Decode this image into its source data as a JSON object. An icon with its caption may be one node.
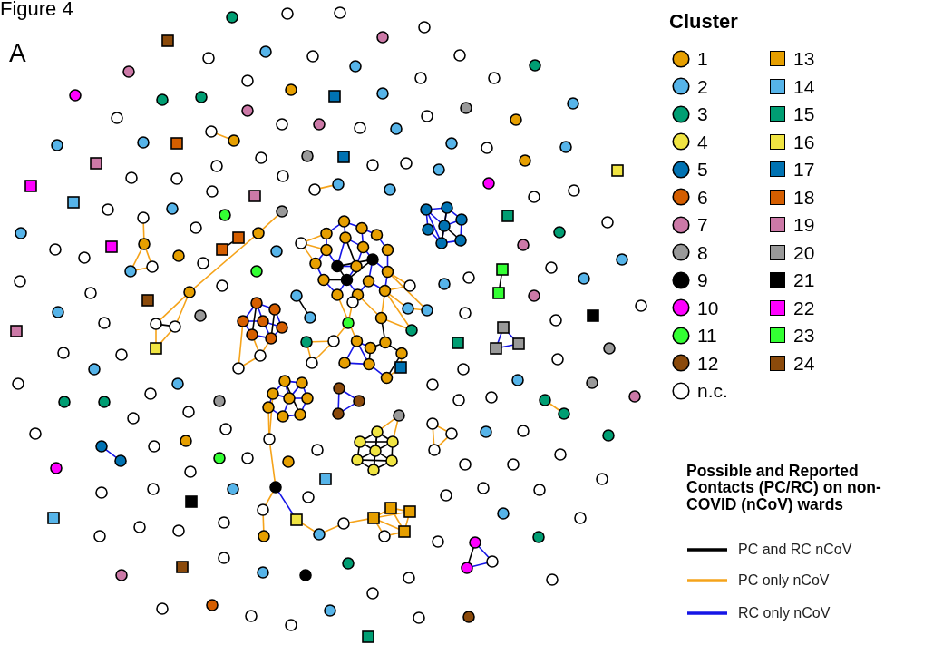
{
  "diagram": {
    "nodes": [
      {
        "text": [],
        "shape": "circle"
      },
      {
        "text": [],
        "shape": "circle"
      },
      {
        "text": [],
        "shape": "circle"
      },
      {
        "text": [],
        "shape": "circle"
      },
      {
        "text": [],
        "shape": "circle"
      },
      {
        "text": [],
        "shape": "circle"
      },
      {
        "text": [],
        "shape": "circle"
      },
      {
        "text": [],
        "shape": "circle"
      },
      {
        "text": [],
        "shape": "circle"
      },
      {
        "text": [],
        "shape": "circle"
      },
      {
        "text": [],
        "shape": "circle"
      },
      {
        "text": [],
        "shape": "circle"
      },
      {
        "text": [],
        "shape": "circle"
      },
      {
        "text": [],
        "shape": "circle"
      },
      {
        "text": [],
        "shape": "circle"
      },
      {
        "text": [],
        "shape": "circle"
      },
      {
        "text": [],
        "shape": "circle"
      },
      {
        "text": [],
        "shape": "circle"
      },
      {
        "text": [],
        "shape": "circle"
      },
      {
        "text": [],
        "shape": "circle"
      },
      {
        "text": [],
        "shape": "circle"
      },
      {
        "text": [],
        "shape": "circle"
      },
      {
        "text": [],
        "shape": "circle"
      },
      {
        "text": [],
        "shape": "circle"
      },
      {
        "text": [],
        "shape": "circle"
      },
      {
        "text": [],
        "shape": "circle"
      },
      {
        "text": [],
        "shape": "circle"
      },
      {
        "text": [],
        "shape": "circle"
      },
      {
        "text": [],
        "shape": "circle"
      },
      {
        "text": [],
        "shape": "circle"
      },
      {
        "text": [],
        "shape": "circle"
      },
      {
        "text": [],
        "shape": "circle"
      },
      {
        "text": [],
        "shape": "circle"
      },
      {
        "text": [],
        "shape": "circle"
      },
      {
        "text": [],
        "shape": "circle"
      },
      {
        "text": [],
        "shape": "circle"
      },
      {
        "text": [],
        "shape": "circle"
      },
      {
        "text": [],
        "shape": "circle"
      },
      {
        "text": [],
        "shape": "circle"
      },
      {
        "text": [],
        "shape": "circle"
      },
      {
        "text": [],
        "shape": "circle"
      },
      {
        "text": [],
        "shape": "circle"
      },
      {
        "text": [],
        "shape": "circle"
      },
      {
        "text": [],
        "shape": "box"
      },
      {
        "text": [],
        "shape": "circle"
      },
      {
        "text": [],
        "shape": "circle"
      },
      {
        "text": [],
        "shape": "circle"
      },
      {
        "text": [],
        "shape": "circle"
      },
      {
        "text": [],
        "shape": "circle"
      },
      {
        "text": [],
        "shape": "circle"
      },
      {
        "text": [],
        "shape": "circle"
      },
      {
        "text": [],
        "shape": "circle"
      },
      {
        "text": [],
        "shape": "circle"
      },
      {
        "text": [],
        "shape": "circle"
      },
      {
        "text": [],
        "shape": "circle"
      },
      {
        "text": [],
        "shape": "circle"
      },
      {
        "text": [],
        "shape": "circle"
      },
      {
        "text": [],
        "shape": "box"
      },
      {
        "text": [],
        "shape": "circle"
      },
      {
        "text": [],
        "shape": "circle"
      },
      {
        "text": [],
        "shape": "box"
      },
      {
        "text": [],
        "shape": "box"
      },
      {
        "text": [],
        "shape": "box"
      },
      {
        "text": [],
        "shape": "box"
      },
      {
        "text": [],
        "shape": "circle"
      },
      {
        "text": [],
        "shape": "circle"
      },
      {
        "text": [],
        "shape": "circle"
      },
      {
        "text": [],
        "shape": "circle"
      },
      {
        "text": [],
        "shape": "circle"
      },
      {
        "text": [],
        "shape": "circle"
      },
      {
        "text": [],
        "shape": "circle"
      },
      {
        "text": [],
        "shape": "circle"
      },
      {
        "text": [],
        "shape": "circle"
      },
      {
        "text": [],
        "shape": "circle"
      },
      {
        "text": [],
        "shape": "circle"
      },
      {
        "text": [],
        "shape": "circle"
      },
      {
        "text": [],
        "shape": "circle"
      },
      {
        "text": [],
        "shape": "circle"
      },
      {
        "text": [],
        "shape": "circle"
      },
      {
        "text": [],
        "shape": "circle"
      },
      {
        "text": [],
        "shape": "circle"
      },
      {
        "text": [],
        "shape": "circle"
      },
      {
        "text": [],
        "shape": "circle"
      },
      {
        "text": [],
        "shape": "circle"
      },
      {
        "text": [],
        "shape": "box"
      },
      {
        "text": [],
        "shape": "box"
      },
      {
        "text": [],
        "shape": "box"
      },
      {
        "text": [],
        "shape": "circle"
      },
      {
        "text": [],
        "shape": "circle"
      },
      {
        "text": [],
        "shape": "box"
      },
      {
        "text": [],
        "shape": "box"
      },
      {
        "text": [],
        "shape": "circle"
      },
      {
        "text": [],
        "shape": "circle"
      },
      {
        "text": [],
        "shape": "circle"
      },
      {
        "text": [],
        "shape": "circle"
      },
      {
        "text": [],
        "shape": "circle"
      },
      {
        "text": [],
        "shape": "circle"
      },
      {
        "text": [],
        "shape": "circle"
      },
      {
        "text": [],
        "shape": "circle"
      },
      {
        "text": [],
        "shape": "circle"
      },
      {
        "text": [],
        "shape": "box"
      },
      {
        "text": [],
        "shape": "box"
      },
      {
        "text": [],
        "shape": "box"
      },
      {
        "text": [],
        "shape": "circle"
      },
      {
        "text": [],
        "shape": "circle"
      },
      {
        "text": [],
        "shape": "circle"
      },
      {
        "text": [],
        "shape": "circle"
      },
      {
        "text": [],
        "shape": "circle"
      },
      {
        "text": [],
        "shape": "circle"
      },
      {
        "text": [],
        "shape": "circle"
      },
      {
        "text": [],
        "shape": "circle"
      },
      {
        "text": [],
        "shape": "circle"
      },
      {
        "text": [],
        "shape": "circle"
      },
      {
        "text": [],
        "shape": "circle"
      },
      {
        "text": [],
        "shape": "circle"
      },
      {
        "text": [],
        "shape": "circle"
      },
      {
        "text": [],
        "shape": "circle"
      },
      {
        "text": [],
        "shape": "circle"
      },
      {
        "text": [],
        "shape": "circle"
      },
      {
        "text": [],
        "shape": "circle"
      },
      {
        "text": [],
        "shape": "circle"
      },
      {
        "text": [],
        "shape": "circle"
      },
      {
        "text": [],
        "shape": "circle"
      },
      {
        "text": [],
        "shape": "box"
      },
      {
        "text": [],
        "shape": "circle"
      },
      {
        "text": [],
        "shape": "circle"
      },
      {
        "text": [],
        "shape": "circle"
      },
      {
        "text": [],
        "shape": "circle"
      },
      {
        "text": [],
        "shape": "circle"
      },
      {
        "text": [],
        "shape": "circle"
      },
      {
        "text": [],
        "shape": "circle"
      },
      {
        "text": [],
        "shape": "circle"
      },
      {
        "text": [],
        "shape": "circle"
      },
      {
        "text": [],
        "shape": "circle"
      },
      {
        "text": [],
        "shape": "circle"
      },
      {
        "text": [],
        "shape": "circle"
      },
      {
        "text": [],
        "shape": "box"
      },
      {
        "text": [],
        "shape": "circle"
      },
      {
        "text": [],
        "shape": "circle"
      },
      {
        "text": [],
        "shape": "circle"
      },
      {
        "text": [],
        "shape": "circle"
      },
      {
        "text": [],
        "shape": "circle"
      },
      {
        "text": [],
        "shape": "circle"
      },
      {
        "text": [],
        "shape": "circle"
      },
      {
        "text": [],
        "shape": "circle"
      },
      {
        "text": [],
        "shape": "circle"
      },
      {
        "text": [],
        "shape": "circle"
      },
      {
        "text": [],
        "shape": "circle"
      },
      {
        "text": [],
        "shape": "box"
      },
      {
        "text": [],
        "shape": "circle"
      },
      {
        "text": [],
        "shape": "circle"
      },
      {
        "text": [],
        "shape": "circle"
      },
      {
        "text": [],
        "shape": "box"
      },
      {
        "text": [],
        "shape": "circle"
      },
      {
        "text": [],
        "shape": "circle"
      },
      {
        "text": [],
        "shape": "circle"
      },
      {
        "text": [],
        "shape": "circle"
      },
      {
        "text": [],
        "shape": "box"
      },
      {
        "text": [],
        "shape": "box"
      },
      {
        "text": [],
        "shape": "circle"
      },
      {
        "text": [],
        "shape": "circle"
      },
      {
        "text": [],
        "shape": "circle"
      },
      {
        "text": [],
        "shape": "circle"
      },
      {
        "text": [],
        "shape": "circle"
      },
      {
        "text": [],
        "shape": "box"
      },
      {
        "text": [],
        "shape": "box"
      },
      {
        "text": [],
        "shape": "circle"
      },
      {
        "text": [],
        "shape": "circle"
      },
      {
        "text": [],
        "shape": "circle"
      },
      {
        "text": [],
        "shape": "circle"
      },
      {
        "text": [],
        "shape": "circle"
      },
      {
        "text": [],
        "shape": "circle"
      },
      {
        "text": [],
        "shape": "circle"
      },
      {
        "text": [],
        "shape": "box"
      },
      {
        "text": [],
        "shape": "circle"
      },
      {
        "text": [],
        "shape": "circle"
      },
      {
        "text": [],
        "shape": "circle"
      },
      {
        "text": [],
        "shape": "circle"
      },
      {
        "text": [],
        "shape": "circle"
      },
      {
        "text": [],
        "shape": "circle"
      },
      {
        "text": [],
        "shape": "box"
      },
      {
        "text": [],
        "shape": "circle"
      },
      {
        "text": [],
        "shape": "circle"
      },
      {
        "text": [],
        "shape": "circle"
      },
      {
        "text": [],
        "shape": "circle"
      },
      {
        "text": [],
        "shape": "circle"
      },
      {
        "text": [],
        "shape": "circle"
      },
      {
        "text": [],
        "shape": "circle"
      },
      {
        "text": [],
        "shape": "circle"
      },
      {
        "text": [],
        "shape": "circle"
      },
      {
        "text": [],
        "shape": "circle"
      },
      {
        "text": [],
        "shape": "circle"
      },
      {
        "text": [],
        "shape": "circle"
      },
      {
        "text": [],
        "shape": "circle"
      },
      {
        "text": [],
        "shape": "circle"
      },
      {
        "text": [],
        "shape": "box"
      },
      {
        "text": [],
        "shape": "circle"
      },
      {
        "text": [],
        "shape": "circle"
      },
      {
        "text": [],
        "shape": "circle"
      },
      {
        "text": [],
        "shape": "box"
      },
      {
        "text": [],
        "shape": "circle"
      },
      {
        "text": [],
        "shape": "circle"
      },
      {
        "text": [],
        "shape": "circle"
      },
      {
        "text": [],
        "shape": "circle"
      },
      {
        "text": [],
        "shape": "circle"
      },
      {
        "text": [],
        "shape": "circle"
      },
      {
        "text": [],
        "shape": "circle"
      },
      {
        "text": [],
        "shape": "circle"
      },
      {
        "text": [],
        "shape": "box"
      },
      {
        "text": [],
        "shape": "circle"
      },
      {
        "text": [],
        "shape": "box"
      },
      {
        "text": [],
        "shape": "circle"
      },
      {
        "text": [],
        "shape": "circle"
      },
      {
        "text": [],
        "shape": "circle"
      },
      {
        "text": [],
        "shape": "circle"
      },
      {
        "text": [],
        "shape": "circle"
      },
      {
        "text": [],
        "shape": "circle"
      },
      {
        "text": [],
        "shape": "circle"
      },
      {
        "text": [],
        "shape": "circle"
      },
      {
        "text": [],
        "shape": "circle"
      },
      {
        "text": [],
        "shape": "circle"
      },
      {
        "text": [],
        "shape": "circle"
      },
      {
        "text": [],
        "shape": "circle"
      },
      {
        "text": [],
        "shape": "circle"
      },
      {
        "text": [],
        "shape": "circle"
      },
      {
        "text": [],
        "shape": "circle"
      },
      {
        "text": [],
        "shape": "circle"
      },
      {
        "text": [],
        "shape": "circle"
      },
      {
        "text": [],
        "shape": "circle"
      },
      {
        "text": [],
        "shape": "circle"
      },
      {
        "text": [],
        "shape": "circle"
      },
      {
        "text": [],
        "shape": "circle"
      },
      {
        "text": [],
        "shape": "box"
      },
      {
        "text": [],
        "shape": "circle"
      },
      {
        "text": [],
        "shape": "circle"
      },
      {
        "text": [],
        "shape": "box"
      },
      {
        "text": [],
        "shape": "circle"
      },
      {
        "text": [],
        "shape": "circle"
      },
      {
        "text": [],
        "shape": "box"
      },
      {
        "text": [],
        "shape": "circle"
      },
      {
        "text": [],
        "shape": "circle"
      },
      {
        "text": [],
        "shape": "circle"
      },
      {
        "text": [],
        "shape": "circle"
      },
      {
        "text": [],
        "shape": "circle"
      },
      {
        "text": [],
        "shape": "circle"
      },
      {
        "text": [],
        "shape": "circle"
      },
      {
        "text": [],
        "shape": "circle"
      },
      {
        "text": [],
        "shape": "circle"
      },
      {
        "text": [],
        "shape": "circle"
      },
      {
        "text": [],
        "shape": "box"
      },
      {
        "text": [],
        "shape": "circle"
      },
      {
        "text": [],
        "shape": "box"
      },
      {
        "text": [],
        "shape": "circle"
      },
      {
        "text": [],
        "shape": "circle"
      },
      {
        "text": [],
        "shape": "circle"
      },
      {
        "text": [],
        "shape": "circle"
      },
      {
        "text": [],
        "shape": "circle"
      },
      {
        "text": [],
        "shape": "circle"
      },
      {
        "text": [],
        "shape": "circle"
      },
      {
        "text": [],
        "shape": "circle"
      },
      {
        "text": [],
        "shape": "circle"
      },
      {
        "text": [],
        "shape": "circle"
      },
      {
        "text": [],
        "shape": "circle"
      },
      {
        "text": [],
        "shape": "circle"
      },
      {
        "text": [],
        "shape": "box"
      },
      {
        "text": [],
        "shape": "circle"
      },
      {
        "text": [],
        "shape": "circle"
      },
      {
        "text": [],
        "shape": "circle"
      },
      {
        "text": [],
        "shape": "circle"
      },
      {
        "text": [],
        "shape": "circle"
      },
      {
        "text": [],
        "shape": "circle"
      },
      {
        "text": [],
        "shape": "circle"
      },
      {
        "text": [],
        "shape": "circle"
      },
      {
        "text": [],
        "shape": "circle"
      },
      {
        "text": [],
        "shape": "circle"
      },
      {
        "text": [],
        "shape": "circle"
      },
      {
        "text": [],
        "shape": "circle"
      },
      {
        "text": [],
        "shape": "circle"
      },
      {
        "text": [],
        "shape": "circle"
      },
      {
        "text": [],
        "shape": "circle"
      },
      {
        "text": [],
        "shape": "circle"
      },
      {
        "text": [],
        "shape": "circle"
      },
      {
        "text": [],
        "shape": "circle"
      },
      {
        "text": [],
        "shape": "circle"
      }
    ],
    "edges": [
      {
        "from": 0,
        "to": 1,
        "arrow": "none"
      },
      {
        "from": 0,
        "to": 2,
        "arrow": "none"
      },
      {
        "from": 0,
        "to": 4,
        "arrow": "none"
      },
      {
        "from": 1,
        "to": 3,
        "arrow": "none"
      },
      {
        "from": 1,
        "to": 6,
        "arrow": "none"
      },
      {
        "from": 2,
        "to": 5,
        "arrow": "none"
      },
      {
        "from": 3,
        "to": 7,
        "arrow": "none"
      },
      {
        "from": 4,
        "to": 6,
        "arrow": "none"
      },
      {
        "from": 4,
        "to": 16,
        "arrow": "none"
      },
      {
        "from": 5,
        "to": 8,
        "arrow": "none"
      },
      {
        "from": 5,
        "to": 16,
        "arrow": "none"
      },
      {
        "from": 6,
        "to": 9,
        "arrow": "none"
      },
      {
        "from": 6,
        "to": 17,
        "arrow": "none"
      },
      {
        "from": 7,
        "to": 10,
        "arrow": "none"
      },
      {
        "from": 8,
        "to": 11,
        "arrow": "none"
      },
      {
        "from": 9,
        "to": 16,
        "arrow": "none"
      },
      {
        "from": 9,
        "to": 18,
        "arrow": "none"
      },
      {
        "from": 10,
        "to": 17,
        "arrow": "none"
      },
      {
        "from": 10,
        "to": 15,
        "arrow": "none"
      },
      {
        "from": 11,
        "to": 13,
        "arrow": "none"
      },
      {
        "from": 12,
        "to": 14,
        "arrow": "none"
      },
      {
        "from": 12,
        "to": 17,
        "arrow": "none"
      },
      {
        "from": 13,
        "to": 18,
        "arrow": "none"
      },
      {
        "from": 14,
        "to": 18,
        "arrow": "none"
      },
      {
        "from": 15,
        "to": 12,
        "arrow": "none"
      },
      {
        "from": 16,
        "to": 17,
        "arrow": "none",
        "color": "#000000"
      },
      {
        "from": 16,
        "to": 18,
        "arrow": "none",
        "color": "#000000"
      },
      {
        "from": 17,
        "to": 18,
        "arrow": "none",
        "color": "#000000"
      },
      {
        "from": 4,
        "to": 9,
        "arrow": "none",
        "color": "#000000"
      },
      {
        "from": 11,
        "to": 18,
        "arrow": "none",
        "color": "#000000"
      },
      {
        "from": 2,
        "to": 114,
        "arrow": "none",
        "color": "#f5a31a"
      },
      {
        "from": 8,
        "to": 114,
        "arrow": "none",
        "color": "#f5a31a"
      },
      {
        "from": 5,
        "to": 114,
        "arrow": "none",
        "color": "#f5a31a"
      },
      {
        "from": 15,
        "to": 115,
        "arrow": "none",
        "color": "#f5a31a"
      },
      {
        "from": 10,
        "to": 115,
        "arrow": "none",
        "color": "#f5a31a"
      },
      {
        "from": 15,
        "to": 116,
        "arrow": "none",
        "color": "#f5a31a"
      },
      {
        "from": 10,
        "to": 117,
        "arrow": "none",
        "color": "#f5a31a"
      },
      {
        "from": 14,
        "to": 35,
        "arrow": "none",
        "color": "#f5a31a"
      },
      {
        "from": 15,
        "to": 35,
        "arrow": "none",
        "color": "#f5a31a"
      },
      {
        "from": 13,
        "to": 36,
        "arrow": "none",
        "color": "#f5a31a"
      },
      {
        "from": 15,
        "to": 44,
        "arrow": "none",
        "color": "#f5a31a"
      },
      {
        "from": 116,
        "to": 117,
        "arrow": "none",
        "color": "#f5a31a"
      },
      {
        "from": 19,
        "to": 20,
        "arrow": "none"
      },
      {
        "from": 19,
        "to": 22,
        "arrow": "none"
      },
      {
        "from": 19,
        "to": 23,
        "arrow": "none"
      },
      {
        "from": 20,
        "to": 21,
        "arrow": "none"
      },
      {
        "from": 20,
        "to": 22,
        "arrow": "none"
      },
      {
        "from": 21,
        "to": 22,
        "arrow": "none"
      },
      {
        "from": 22,
        "to": 24,
        "arrow": "none"
      },
      {
        "from": 23,
        "to": 24,
        "arrow": "none"
      },
      {
        "from": 24,
        "to": 25,
        "arrow": "none"
      },
      {
        "from": 21,
        "to": 25,
        "arrow": "none"
      },
      {
        "from": 19,
        "to": 24,
        "arrow": "none"
      },
      {
        "from": 22,
        "to": 25,
        "arrow": "none",
        "color": "#000000"
      },
      {
        "from": 20,
        "to": 24,
        "arrow": "none",
        "color": "#000000"
      },
      {
        "from": 26,
        "to": 27,
        "arrow": "none"
      },
      {
        "from": 26,
        "to": 28,
        "arrow": "none"
      },
      {
        "from": 26,
        "to": 29,
        "arrow": "none"
      },
      {
        "from": 27,
        "to": 30,
        "arrow": "none"
      },
      {
        "from": 28,
        "to": 29,
        "arrow": "none"
      },
      {
        "from": 28,
        "to": 31,
        "arrow": "none"
      },
      {
        "from": 29,
        "to": 32,
        "arrow": "none"
      },
      {
        "from": 30,
        "to": 32,
        "arrow": "none"
      },
      {
        "from": 31,
        "to": 32,
        "arrow": "none"
      },
      {
        "from": 29,
        "to": 30,
        "arrow": "none"
      },
      {
        "from": 26,
        "to": 31,
        "arrow": "none",
        "color": "#000000"
      },
      {
        "from": 27,
        "to": 32,
        "arrow": "none",
        "color": "#000000"
      },
      {
        "from": 31,
        "to": 33,
        "arrow": "none",
        "color": "#f5a31a"
      },
      {
        "from": 32,
        "to": 33,
        "arrow": "none",
        "color": "#f5a31a"
      },
      {
        "from": 28,
        "to": 34,
        "arrow": "none",
        "color": "#f5a31a"
      },
      {
        "from": 33,
        "to": 34,
        "arrow": "none",
        "color": "#f5a31a"
      },
      {
        "from": 36,
        "to": 38,
        "arrow": "none"
      },
      {
        "from": 36,
        "to": 40,
        "arrow": "none"
      },
      {
        "from": 40,
        "to": 41,
        "arrow": "none"
      },
      {
        "from": 41,
        "to": 42,
        "arrow": "none"
      },
      {
        "from": 36,
        "to": 41,
        "arrow": "none"
      },
      {
        "from": 38,
        "to": 41,
        "arrow": "none",
        "color": "#000000"
      },
      {
        "from": 37,
        "to": 39,
        "arrow": "none",
        "color": "#000000"
      },
      {
        "from": 35,
        "to": 37,
        "arrow": "none",
        "color": "#000000"
      },
      {
        "from": 38,
        "to": 37,
        "arrow": "none",
        "color": "#000000"
      },
      {
        "from": 39,
        "to": 42,
        "arrow": "none",
        "color": "#000000"
      },
      {
        "from": 39,
        "to": 43,
        "arrow": "none",
        "color": "#f5a31a"
      },
      {
        "from": 42,
        "to": 43,
        "arrow": "none",
        "color": "#f5a31a"
      },
      {
        "from": 35,
        "to": 44,
        "arrow": "none",
        "color": "#f5a31a"
      },
      {
        "from": 45,
        "to": 46,
        "arrow": "none"
      },
      {
        "from": 45,
        "to": 47,
        "arrow": "none"
      },
      {
        "from": 45,
        "to": 48,
        "arrow": "none"
      },
      {
        "from": 46,
        "to": 49,
        "arrow": "none"
      },
      {
        "from": 47,
        "to": 50,
        "arrow": "none"
      },
      {
        "from": 48,
        "to": 49,
        "arrow": "none"
      },
      {
        "from": 48,
        "to": 51,
        "arrow": "none"
      },
      {
        "from": 49,
        "to": 52,
        "arrow": "none"
      },
      {
        "from": 50,
        "to": 51,
        "arrow": "none"
      },
      {
        "from": 51,
        "to": 52,
        "arrow": "none"
      },
      {
        "from": 47,
        "to": 48,
        "arrow": "none"
      },
      {
        "from": 46,
        "to": 48,
        "arrow": "none"
      },
      {
        "from": 45,
        "to": 52,
        "arrow": "none",
        "color": "#000000"
      },
      {
        "from": 50,
        "to": 53,
        "arrow": "none",
        "color": "#f5a31a"
      },
      {
        "from": 47,
        "to": 53,
        "arrow": "none",
        "color": "#f5a31a"
      },
      {
        "from": 53,
        "to": 54,
        "arrow": "none",
        "color": "#f5a31a"
      },
      {
        "from": 54,
        "to": 55,
        "arrow": "none",
        "color": "#f5a31a"
      },
      {
        "from": 55,
        "to": 56,
        "arrow": "none",
        "color": "#f5a31a"
      },
      {
        "from": 54,
        "to": 57,
        "arrow": "none"
      },
      {
        "from": 57,
        "to": 58,
        "arrow": "none",
        "color": "#f5a31a"
      },
      {
        "from": 58,
        "to": 59,
        "arrow": "none",
        "color": "#f5a31a"
      },
      {
        "from": 59,
        "to": 60,
        "arrow": "none",
        "color": "#f5a31a"
      },
      {
        "from": 60,
        "to": 61,
        "arrow": "none",
        "color": "#f5a31a"
      },
      {
        "from": 60,
        "to": 62,
        "arrow": "none",
        "color": "#f5a31a"
      },
      {
        "from": 61,
        "to": 62,
        "arrow": "none",
        "color": "#f5a31a"
      },
      {
        "from": 61,
        "to": 63,
        "arrow": "none",
        "color": "#f5a31a"
      },
      {
        "from": 60,
        "to": 63,
        "arrow": "none",
        "color": "#f5a31a"
      },
      {
        "from": 62,
        "to": 63,
        "arrow": "none",
        "color": "#f5a31a"
      },
      {
        "from": 63,
        "to": 64,
        "arrow": "none",
        "color": "#f5a31a"
      },
      {
        "from": 60,
        "to": 64,
        "arrow": "none",
        "color": "#f5a31a"
      },
      {
        "from": 65,
        "to": 66,
        "arrow": "none"
      },
      {
        "from": 66,
        "to": 67,
        "arrow": "none"
      },
      {
        "from": 65,
        "to": 67,
        "arrow": "none"
      },
      {
        "from": 68,
        "to": 69,
        "arrow": "none",
        "color": "#000000"
      },
      {
        "from": 68,
        "to": 70,
        "arrow": "none",
        "color": "#000000"
      },
      {
        "from": 68,
        "to": 71,
        "arrow": "none",
        "color": "#000000"
      },
      {
        "from": 69,
        "to": 71,
        "arrow": "none",
        "color": "#000000"
      },
      {
        "from": 69,
        "to": 72,
        "arrow": "none",
        "color": "#000000"
      },
      {
        "from": 70,
        "to": 71,
        "arrow": "none",
        "color": "#000000"
      },
      {
        "from": 70,
        "to": 73,
        "arrow": "none",
        "color": "#000000"
      },
      {
        "from": 71,
        "to": 72,
        "arrow": "none",
        "color": "#000000"
      },
      {
        "from": 71,
        "to": 73,
        "arrow": "none",
        "color": "#000000"
      },
      {
        "from": 71,
        "to": 74,
        "arrow": "none",
        "color": "#000000"
      },
      {
        "from": 72,
        "to": 74,
        "arrow": "none",
        "color": "#000000"
      },
      {
        "from": 73,
        "to": 74,
        "arrow": "none",
        "color": "#000000"
      },
      {
        "from": 69,
        "to": 70,
        "arrow": "none",
        "color": "#000000"
      },
      {
        "from": 72,
        "to": 73,
        "arrow": "none",
        "color": "#000000"
      },
      {
        "from": 68,
        "to": 74,
        "arrow": "none",
        "color": "#000000"
      },
      {
        "from": 75,
        "to": 68,
        "arrow": "none",
        "color": "#f5a31a"
      },
      {
        "from": 75,
        "to": 70,
        "arrow": "none",
        "color": "#f5a31a"
      },
      {
        "from": 76,
        "to": 77,
        "arrow": "none",
        "color": "#f5a31a"
      },
      {
        "from": 77,
        "to": 78,
        "arrow": "none",
        "color": "#f5a31a"
      },
      {
        "from": 76,
        "to": 78,
        "arrow": "none",
        "color": "#f5a31a"
      },
      {
        "from": 79,
        "to": 80,
        "arrow": "none"
      },
      {
        "from": 81,
        "to": 82,
        "arrow": "none",
        "color": "#000000"
      },
      {
        "from": 81,
        "to": 83,
        "arrow": "none"
      },
      {
        "from": 82,
        "to": 83,
        "arrow": "none"
      },
      {
        "from": 84,
        "to": 85,
        "arrow": "none"
      },
      {
        "from": 84,
        "to": 86,
        "arrow": "none"
      },
      {
        "from": 85,
        "to": 86,
        "arrow": "none"
      },
      {
        "from": 87,
        "to": 88,
        "arrow": "none",
        "color": "#f5a31a"
      },
      {
        "from": 89,
        "to": 90,
        "arrow": "none",
        "color": "#000000"
      },
      {
        "from": 91,
        "to": 92,
        "arrow": "none",
        "color": "#f5a31a"
      },
      {
        "from": 92,
        "to": 93,
        "arrow": "none",
        "color": "#f5a31a"
      },
      {
        "from": 92,
        "to": 94,
        "arrow": "none",
        "color": "#f5a31a"
      },
      {
        "from": 93,
        "to": 94,
        "arrow": "none",
        "color": "#f5a31a"
      },
      {
        "from": 95,
        "to": 96,
        "arrow": "none",
        "color": "#f5a31a"
      },
      {
        "from": 96,
        "to": 97,
        "arrow": "none",
        "color": "#f5a31a"
      },
      {
        "from": 97,
        "to": 98,
        "arrow": "none",
        "color": "#f5a31a"
      },
      {
        "from": 97,
        "to": 99,
        "arrow": "none",
        "color": "#f5a31a"
      },
      {
        "from": 98,
        "to": 99,
        "arrow": "none",
        "color": "#000000"
      },
      {
        "from": 98,
        "to": 100,
        "arrow": "none",
        "color": "#f5a31a"
      },
      {
        "from": 99,
        "to": 100,
        "arrow": "none",
        "color": "#f5a31a"
      },
      {
        "from": 101,
        "to": 102,
        "arrow": "none",
        "color": "#000000"
      },
      {
        "from": 103,
        "to": 104,
        "arrow": "none",
        "color": "#f5a31a"
      },
      {
        "from": 105,
        "to": 106,
        "arrow": "none",
        "color": "#f5a31a"
      },
      {
        "from": 107,
        "to": 108,
        "arrow": "none",
        "color": "#000000"
      },
      {
        "from": 109,
        "to": 110,
        "arrow": "none",
        "color": "#f5a31a"
      },
      {
        "from": 111,
        "to": 112,
        "arrow": "none",
        "color": "#f5a31a"
      },
      {
        "from": 112,
        "to": 113,
        "arrow": "none",
        "color": "#f5a31a"
      },
      {
        "from": 111,
        "to": 113,
        "arrow": "none",
        "color": "#f5a31a"
      },
      {
        "from": 110,
        "to": 112,
        "arrow": "none",
        "color": "#f5a31a"
      }
    ],
    "labels": [
      "Figure 4",
      "A",
      "Cluster",
      "Possible and Reported Contacts (PC/RC) on non-COVID (nCoV) wards"
    ],
    "legend": [
      {
        "text": "1",
        "color": "#e69f00"
      },
      {
        "text": "2",
        "color": "#56b4e9"
      },
      {
        "text": "3",
        "color": "#009e73"
      },
      {
        "text": "4",
        "color": "#f0e442"
      },
      {
        "text": "5",
        "color": "#0072b2"
      },
      {
        "text": "6",
        "color": "#d55e00"
      },
      {
        "text": "7",
        "color": "#cc79a7"
      },
      {
        "text": "8",
        "color": "#999999"
      },
      {
        "text": "9",
        "color": "#000000"
      },
      {
        "text": "10",
        "color": "#ff00ff"
      },
      {
        "text": "11",
        "color": "#33ff33"
      },
      {
        "text": "12",
        "color": "#8b4a0b"
      },
      {
        "text": "n.c.",
        "color": "#ffffff"
      },
      {
        "text": "13",
        "color": "#e69f00"
      },
      {
        "text": "14",
        "color": "#56b4e9"
      },
      {
        "text": "15",
        "color": "#009e73"
      },
      {
        "text": "16",
        "color": "#f0e442"
      },
      {
        "text": "17",
        "color": "#0072b2"
      },
      {
        "text": "18",
        "color": "#d55e00"
      },
      {
        "text": "19",
        "color": "#cc79a7"
      },
      {
        "text": "20",
        "color": "#999999"
      },
      {
        "text": "21",
        "color": "#000000"
      },
      {
        "text": "22",
        "color": "#ff00ff"
      },
      {
        "text": "23",
        "color": "#33ff33"
      },
      {
        "text": "24",
        "color": "#8b4a0b"
      },
      {
        "text": "PC and RC nCoV"
      },
      {
        "text": "PC only nCoV"
      },
      {
        "text": "RC only nCoV"
      }
    ]
  }
}
